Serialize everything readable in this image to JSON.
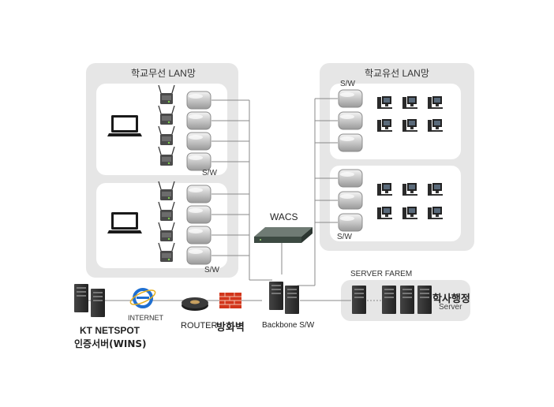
{
  "groups": {
    "wireless": {
      "title": "학교무선 LAN망",
      "sw_top": "S/W",
      "sw_bottom": "S/W"
    },
    "wired": {
      "title": "학교유선 LAN망",
      "sw_top": "S/W",
      "sw_bottom": "S/W"
    }
  },
  "devices": {
    "wacs": "WACS",
    "server_farm": "SERVER FAREM",
    "haksa_title": "학사행정",
    "haksa_sub": "Server",
    "internet": "INTERNET",
    "router": "ROUTER",
    "firewall": "방화벽",
    "backbone": "Backbone S/W",
    "kt_line1": "KT NETSPOT",
    "kt_line2": "인증서버(WINS)"
  },
  "icons": {
    "laptop": "laptop-icon",
    "access_point": "access-point-icon",
    "switch": "network-switch-icon",
    "desktop": "desktop-pc-icon",
    "server": "server-tower-icon",
    "internet": "internet-explorer-icon",
    "router": "router-icon",
    "firewall": "firewall-icon"
  },
  "colors": {
    "panel": "#e6e6e6",
    "inner_panel": "#ffffff",
    "line": "#8a8a8a",
    "ie_blue": "#1f6fd1",
    "firewall_red": "#d2361c"
  }
}
